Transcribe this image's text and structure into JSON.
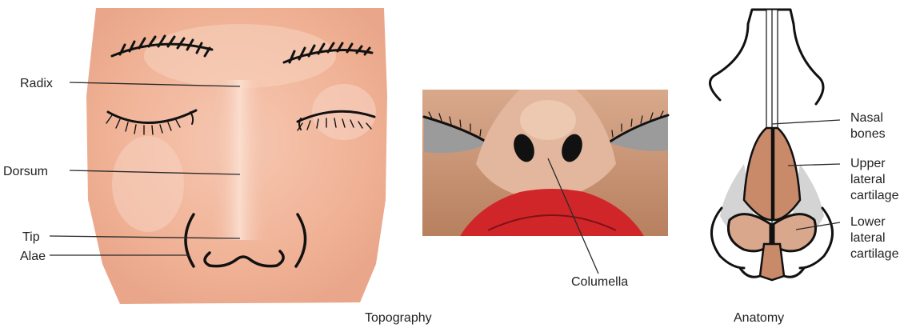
{
  "topography": {
    "caption": "Topography",
    "labels": {
      "radix": "Radix",
      "dorsum": "Dorsum",
      "tip": "Tip",
      "alae": "Alae",
      "columella": "Columella"
    }
  },
  "anatomy": {
    "caption": "Anatomy",
    "nasal_bones": [
      "Nasal",
      "bones"
    ],
    "upper_lateral_cartilage": [
      "Upper",
      "lateral",
      "cartilage"
    ],
    "lower_lateral_cartilage": [
      "Lower",
      "lateral",
      "cartilage"
    ]
  },
  "colors": {
    "skin": "#f2b89e",
    "skin_highlight": "#f8d3c0",
    "nose_underside_skin": "#c8906f",
    "lips": "#d0262a",
    "cartilage": "#c98a6a",
    "ink": "#111111"
  }
}
